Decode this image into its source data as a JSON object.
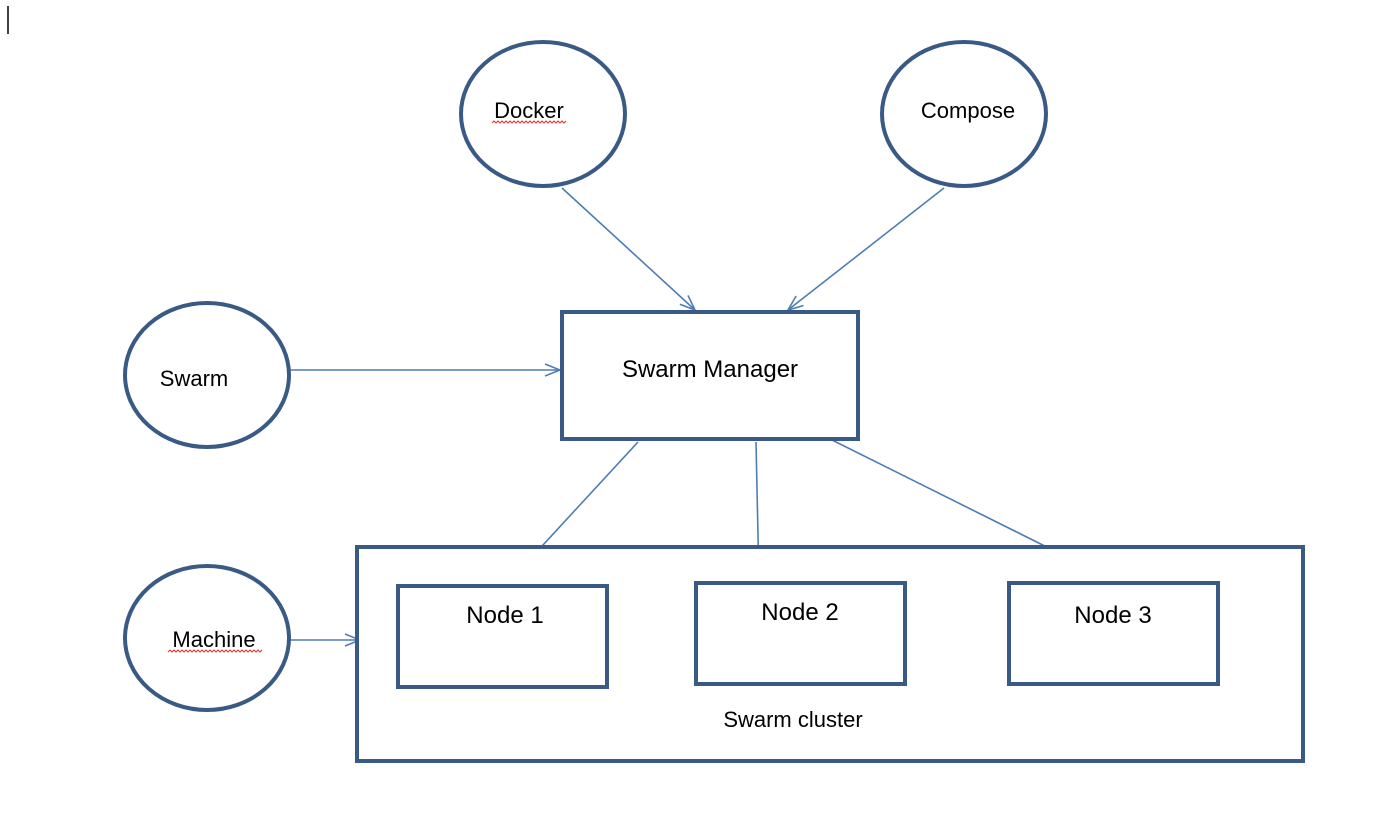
{
  "diagram": {
    "circles": {
      "docker": "Docker",
      "compose": "Compose",
      "swarm": "Swarm",
      "machine": "Machine"
    },
    "manager": "Swarm Manager",
    "cluster": {
      "label": "Swarm cluster",
      "nodes": [
        "Node 1",
        "Node 2",
        "Node 3"
      ]
    }
  },
  "colors": {
    "shape_stroke": "#3a5a86",
    "arrow": "#4f7db3",
    "spellcheck": "#e0302a"
  }
}
